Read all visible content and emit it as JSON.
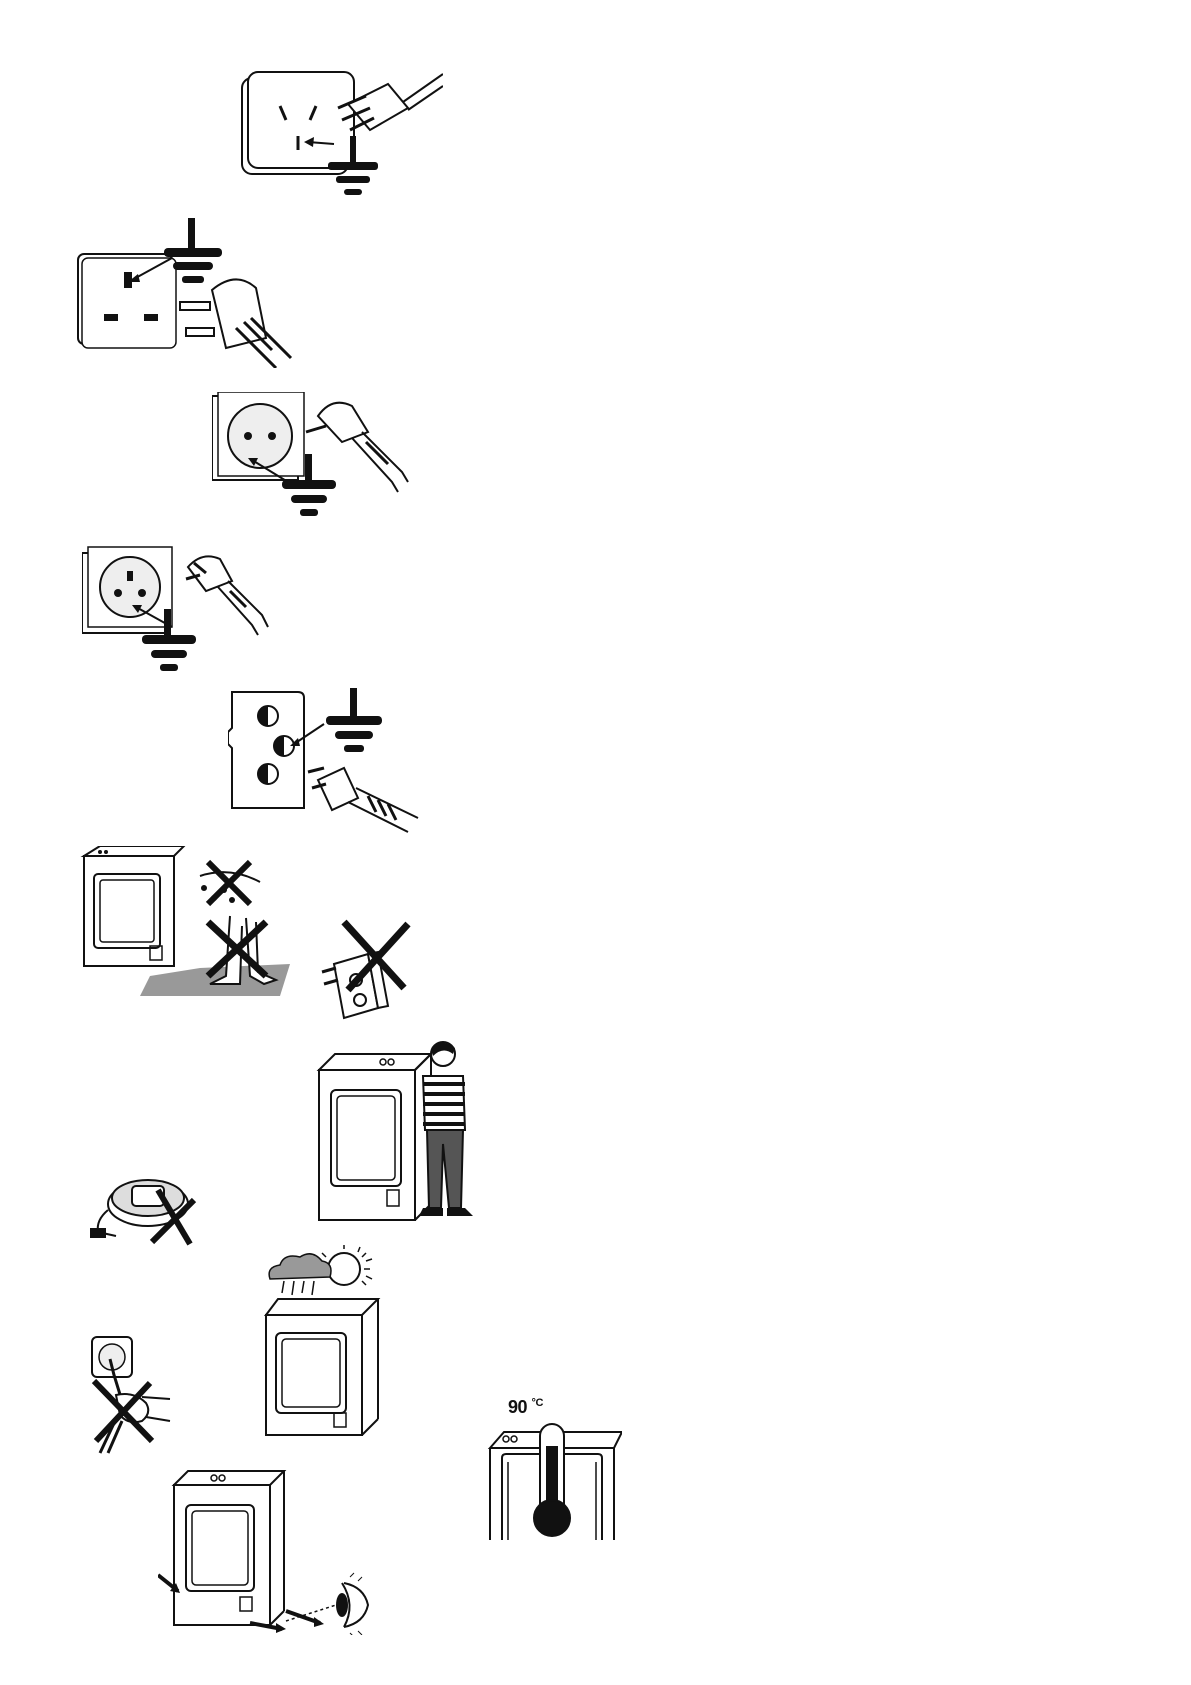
{
  "page": {
    "background": "#ffffff",
    "ink": "#111111"
  },
  "illustrations": [
    {
      "id": "australian-socket",
      "icon": "australian-socket-with-ground-symbol"
    },
    {
      "id": "uk-socket",
      "icon": "uk-socket-with-ground-symbol"
    },
    {
      "id": "schuko-socket",
      "icon": "schuko-socket-with-ground-symbol"
    },
    {
      "id": "french-socket",
      "icon": "french-socket-with-ground-symbol"
    },
    {
      "id": "indian-socket",
      "icon": "indian-socket-with-ground-symbol"
    },
    {
      "id": "no-wet-hands-feet",
      "icon": "washer-wet-floor-crossed"
    },
    {
      "id": "no-multi-adapter",
      "icon": "multi-plug-adapter-crossed"
    },
    {
      "id": "no-extension-reel",
      "icon": "extension-reel-crossed"
    },
    {
      "id": "person-beside-washer",
      "icon": "person-standing-next-to-washer"
    },
    {
      "id": "no-outdoor-install",
      "icon": "washer-under-rain-and-sun"
    },
    {
      "id": "no-pull-cord",
      "icon": "hand-pulling-cord-crossed"
    },
    {
      "id": "washer-inspection",
      "icon": "washer-with-eye-inspection"
    },
    {
      "id": "hot-temperature",
      "icon": "washer-with-thermometer"
    }
  ],
  "temperature": {
    "value": "90",
    "unit": "°C"
  }
}
